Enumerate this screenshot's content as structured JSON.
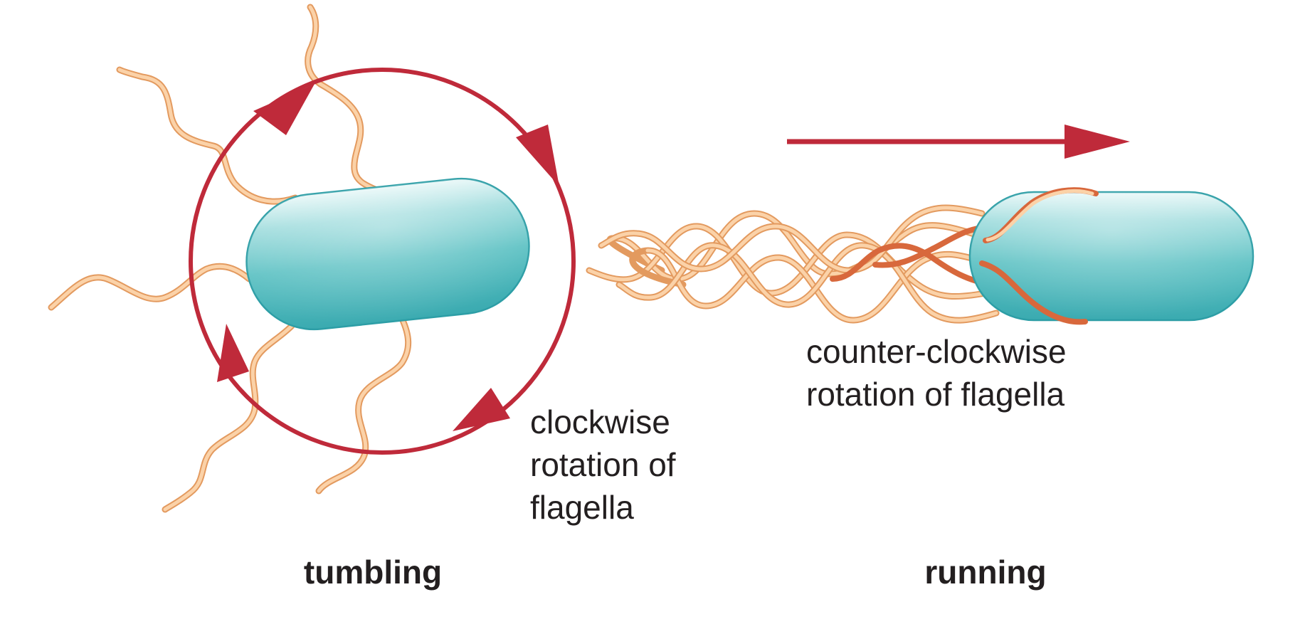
{
  "panels": {
    "tumbling": {
      "caption": "tumbling",
      "rotation_label": [
        "clockwise",
        "rotation of",
        "flagella"
      ]
    },
    "running": {
      "caption": "running",
      "rotation_label": [
        "counter-clockwise",
        "rotation of flagella"
      ]
    }
  },
  "colors": {
    "arrow": "#bf2a3a",
    "cell_body": "#5cc1c3",
    "cell_outline": "#2d9ea6",
    "flagellum": "#e39a5f",
    "flagellum_highlight": "#fbd2a8",
    "text": "#231f20"
  }
}
